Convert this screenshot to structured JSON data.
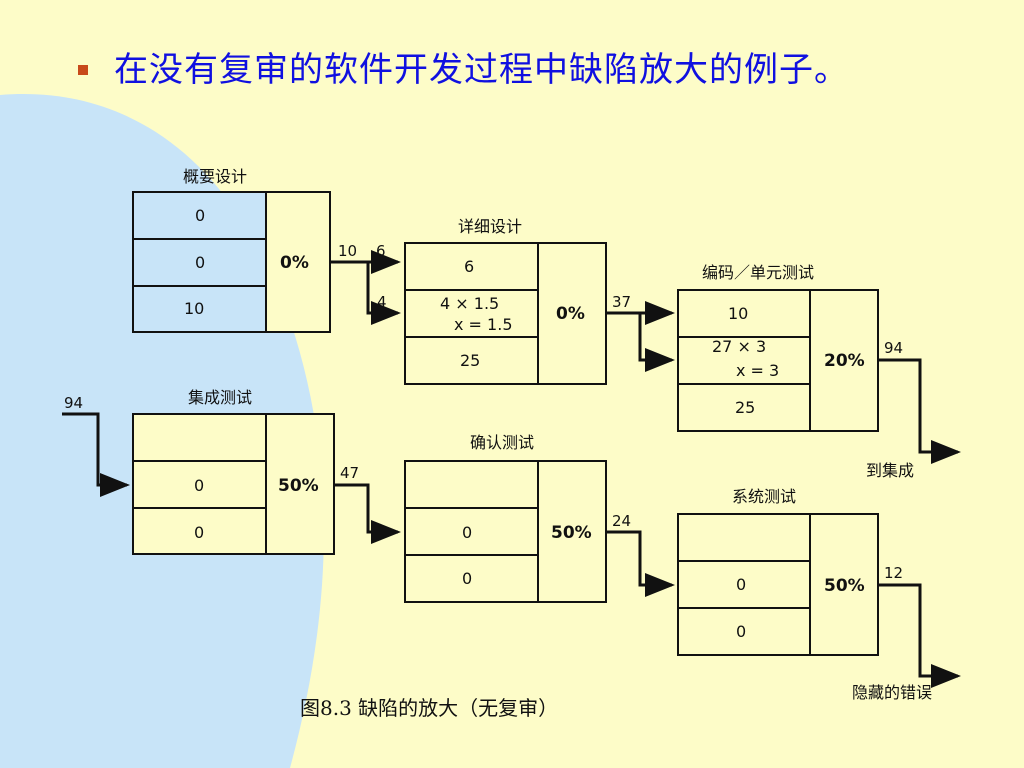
{
  "slide": {
    "title": "在没有复审的软件开发过程中缺陷放大的例子。",
    "caption": "图8.3 缺陷的放大（无复审）",
    "colors": {
      "title": "#1010e0",
      "bullet": "#c84a1a",
      "background": "#fdfcc8",
      "arc": "#c8e4f8"
    }
  },
  "stages": {
    "prelim_design": {
      "name": "概要设计",
      "cells": [
        "0",
        "0",
        "10"
      ],
      "pct": "0%"
    },
    "detail_design": {
      "name": "详细设计",
      "cells": [
        "6",
        "4 × 1.5",
        "x = 1.5",
        "25"
      ],
      "pct": "0%"
    },
    "code_unit": {
      "name": "编码／单元测试",
      "cells": [
        "10",
        "27 × 3",
        "x = 3",
        "25"
      ],
      "pct": "20%"
    },
    "integration": {
      "name": "集成测试",
      "cells": [
        "",
        "0",
        "0"
      ],
      "pct": "50%"
    },
    "validation": {
      "name": "确认测试",
      "cells": [
        "",
        "0",
        "0"
      ],
      "pct": "50%"
    },
    "system": {
      "name": "系统测试",
      "cells": [
        "",
        "0",
        "0"
      ],
      "pct": "50%"
    }
  },
  "flows": {
    "f1": "10",
    "f2": "6",
    "f3": "4",
    "f4": "37",
    "f5": "94",
    "f6": "94",
    "f7": "47",
    "f8": "24",
    "f9": "12"
  },
  "outputs": {
    "to_integration": "到集成",
    "latent_errors": "隐藏的错误"
  }
}
